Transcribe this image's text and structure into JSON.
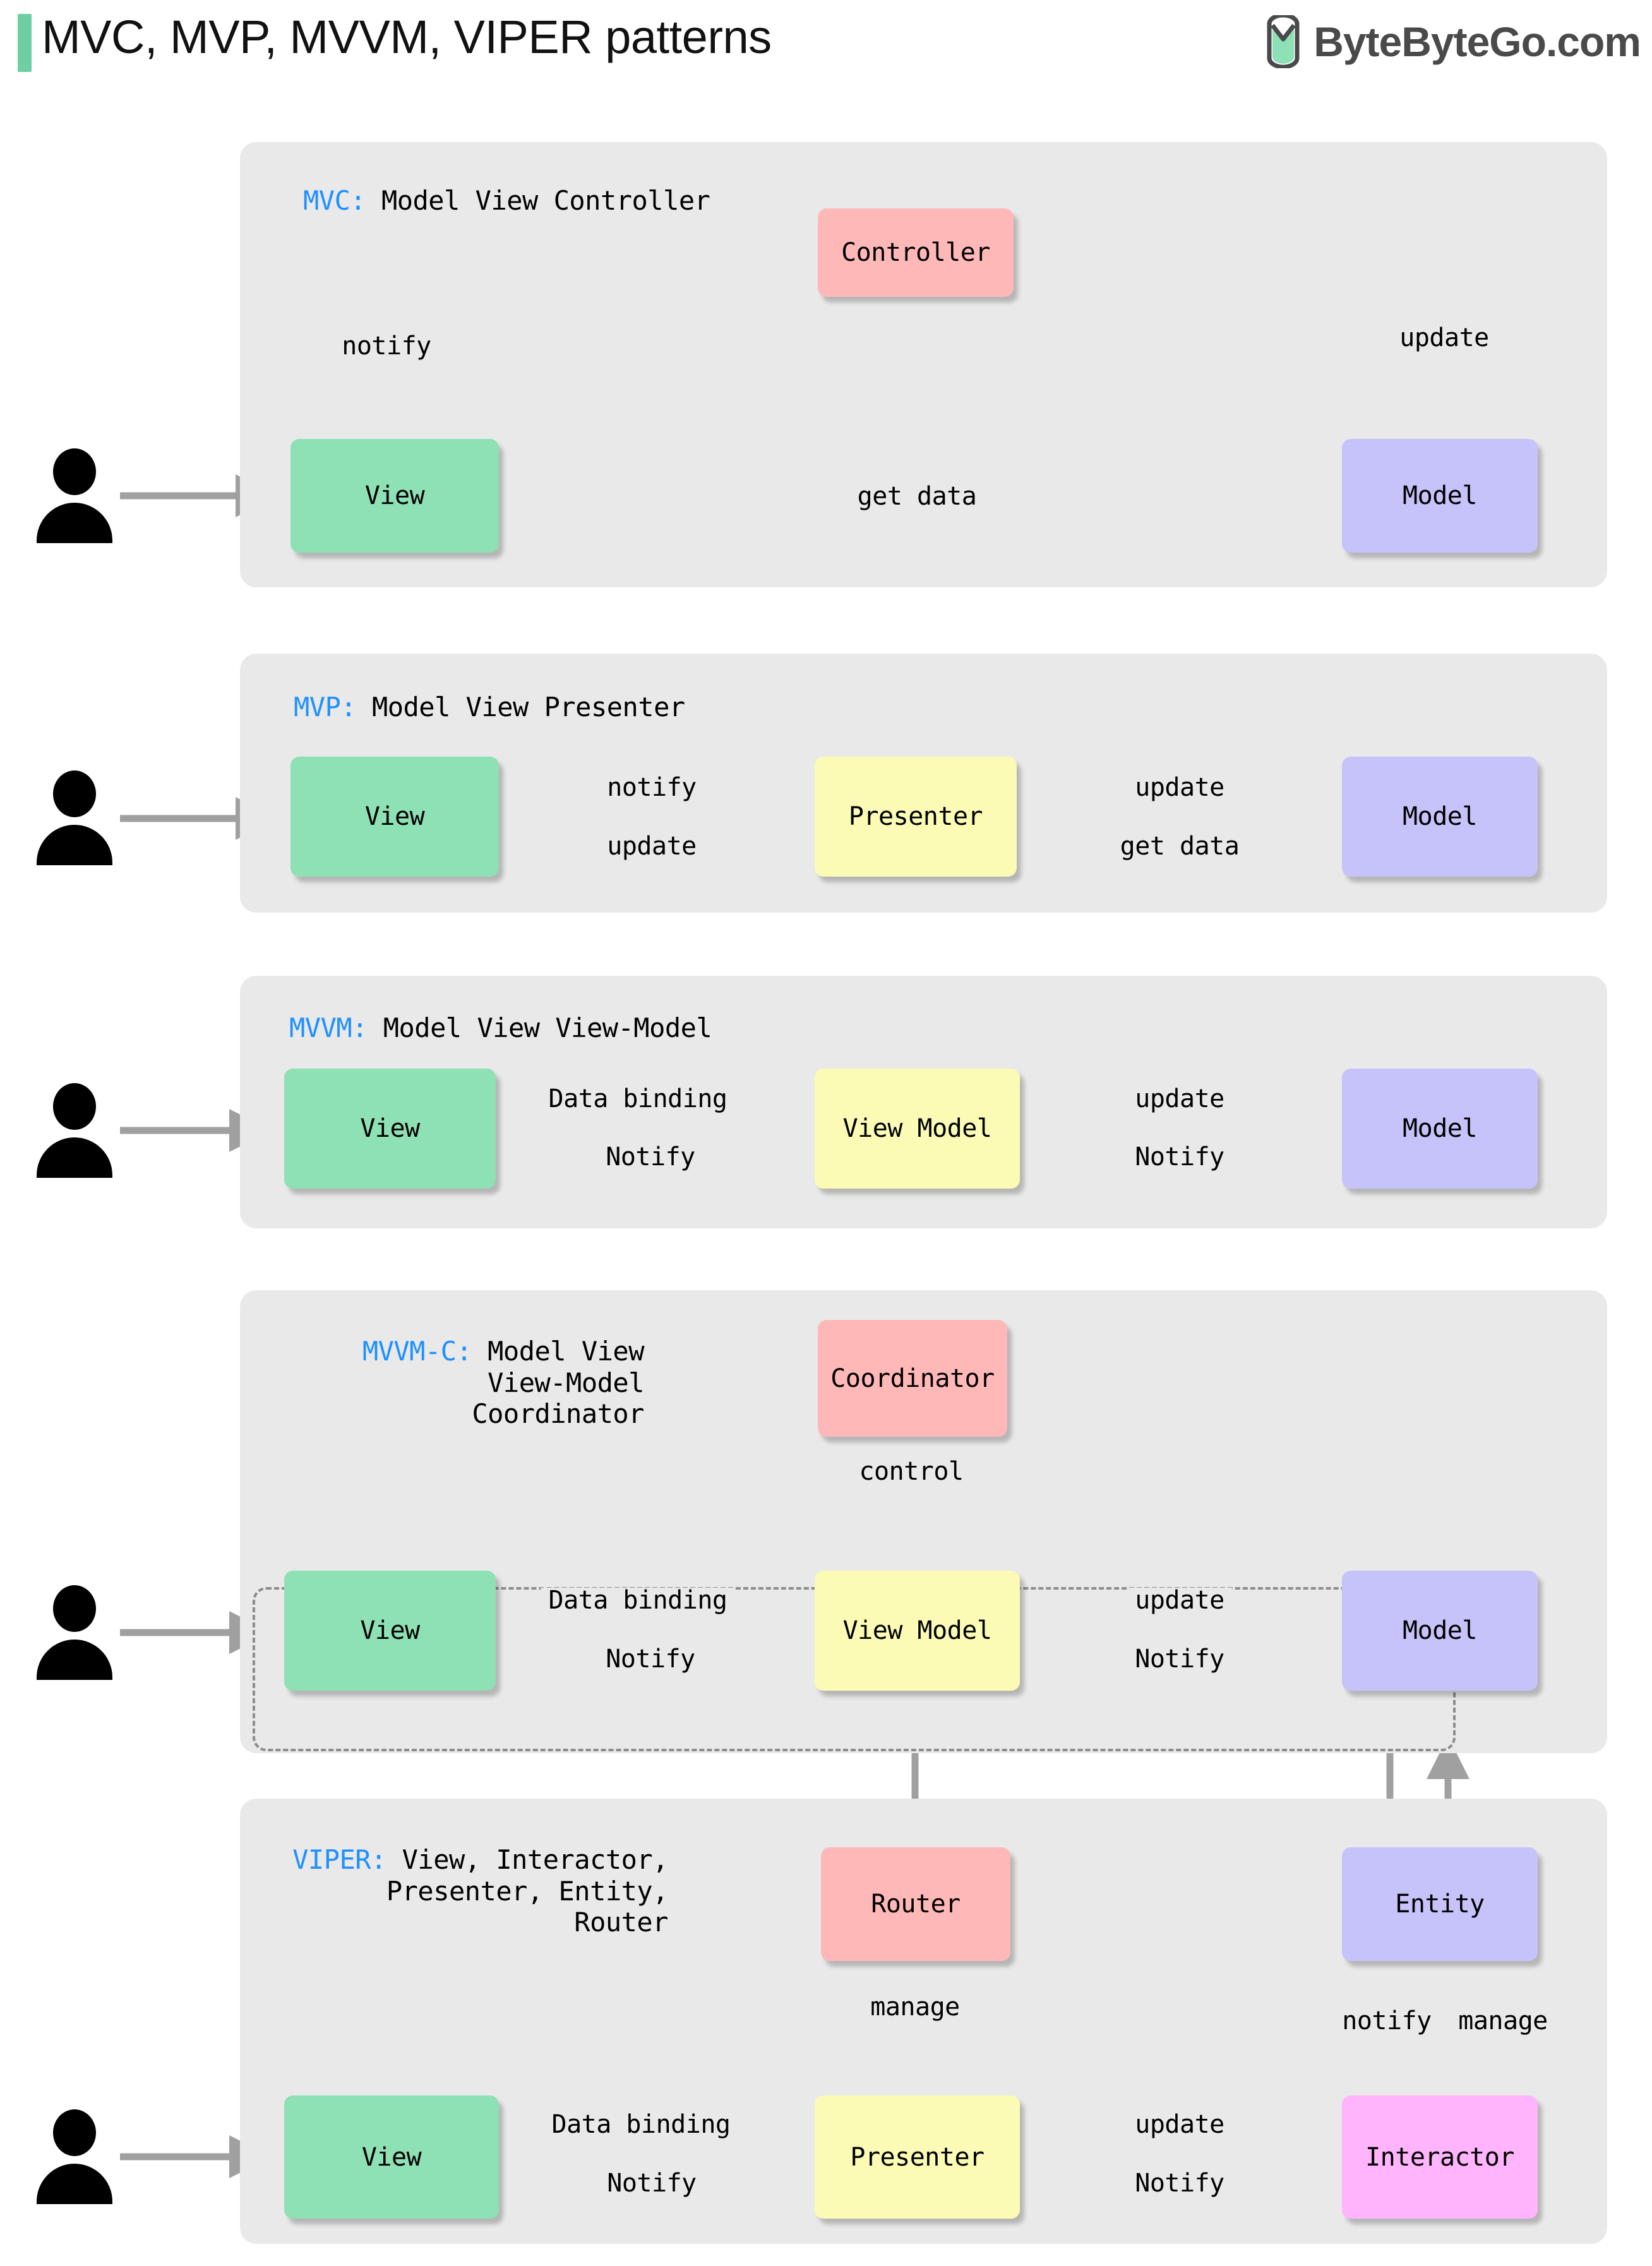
{
  "header": {
    "title": "MVC, MVP, MVVM, VIPER patterns",
    "brand_text": "ByteByteGo.com",
    "brand_icon": "bytebytego-logo-icon",
    "accent_color": "#6ecfa5"
  },
  "colors": {
    "panel_bg": "#e9e9e9",
    "view": "#8ee0b5",
    "model": "#c5c3fa",
    "controller": "#ffb8b8",
    "presenter": "#fbfbb5",
    "interactor": "#ffb4fb",
    "arrow": "#a0a0a0",
    "tag": "#1e90ff"
  },
  "sections": [
    {
      "id": "mvc",
      "tag": "MVC:",
      "title": " Model View Controller",
      "nodes": [
        {
          "label": "View",
          "kind": "view"
        },
        {
          "label": "Controller",
          "kind": "controller"
        },
        {
          "label": "Model",
          "kind": "model"
        }
      ],
      "edges": [
        {
          "label": "",
          "from": "user",
          "to": "View",
          "style": "solid"
        },
        {
          "label": "notify",
          "from": "View",
          "to": "Controller",
          "style": "solid"
        },
        {
          "label": "update",
          "from": "Controller",
          "to": "Model",
          "style": "solid"
        },
        {
          "label": "get data",
          "from": "Model",
          "to": "View",
          "style": "solid"
        }
      ]
    },
    {
      "id": "mvp",
      "tag": "MVP:",
      "title": " Model View Presenter",
      "nodes": [
        {
          "label": "View",
          "kind": "view"
        },
        {
          "label": "Presenter",
          "kind": "presenter"
        },
        {
          "label": "Model",
          "kind": "model"
        }
      ],
      "edges": [
        {
          "label": "",
          "from": "user",
          "to": "View",
          "style": "solid"
        },
        {
          "label": "notify",
          "from": "View",
          "to": "Presenter",
          "style": "solid"
        },
        {
          "label": "update",
          "from": "Presenter",
          "to": "View",
          "style": "solid"
        },
        {
          "label": "update",
          "from": "Presenter",
          "to": "Model",
          "style": "solid"
        },
        {
          "label": "get data",
          "from": "Model",
          "to": "Presenter",
          "style": "solid"
        }
      ]
    },
    {
      "id": "mvvm",
      "tag": "MVVM:",
      "title": " Model View View-Model",
      "nodes": [
        {
          "label": "View",
          "kind": "view"
        },
        {
          "label": "View Model",
          "kind": "presenter"
        },
        {
          "label": "Model",
          "kind": "model"
        }
      ],
      "edges": [
        {
          "label": "",
          "from": "user",
          "to": "View",
          "style": "solid"
        },
        {
          "label": "Data binding",
          "from": "View",
          "to": "View Model",
          "style": "solid"
        },
        {
          "label": "Notify",
          "from": "View Model",
          "to": "View",
          "style": "dashed"
        },
        {
          "label": "update",
          "from": "View Model",
          "to": "Model",
          "style": "solid"
        },
        {
          "label": "Notify",
          "from": "Model",
          "to": "View Model",
          "style": "dashed"
        }
      ]
    },
    {
      "id": "mvvmc",
      "tag": "MVVM-C:",
      "title_lines": [
        " Model View",
        "View-Model",
        "Coordinator"
      ],
      "nodes": [
        {
          "label": "Coordinator",
          "kind": "controller"
        },
        {
          "label": "View",
          "kind": "view"
        },
        {
          "label": "View Model",
          "kind": "presenter"
        },
        {
          "label": "Model",
          "kind": "model"
        }
      ],
      "edges": [
        {
          "label": "control",
          "from": "Coordinator",
          "to": "View Model",
          "style": "solid"
        },
        {
          "label": "",
          "from": "user",
          "to": "View",
          "style": "solid"
        },
        {
          "label": "Data binding",
          "from": "View",
          "to": "View Model",
          "style": "solid"
        },
        {
          "label": "Notify",
          "from": "View Model",
          "to": "View",
          "style": "dashed"
        },
        {
          "label": "update",
          "from": "View Model",
          "to": "Model",
          "style": "solid"
        },
        {
          "label": "Notify",
          "from": "Model",
          "to": "View Model",
          "style": "dashed"
        }
      ]
    },
    {
      "id": "viper",
      "tag": "VIPER:",
      "title_lines": [
        " View, Interactor,",
        "Presenter, Entity,",
        "Router"
      ],
      "nodes": [
        {
          "label": "Router",
          "kind": "controller"
        },
        {
          "label": "Entity",
          "kind": "model"
        },
        {
          "label": "View",
          "kind": "view"
        },
        {
          "label": "Presenter",
          "kind": "presenter"
        },
        {
          "label": "Interactor",
          "kind": "interactor"
        }
      ],
      "edges": [
        {
          "label": "manage",
          "from": "Router",
          "to": "Presenter",
          "style": "solid"
        },
        {
          "label": "notify",
          "from": "Entity",
          "to": "Interactor",
          "style": "solid"
        },
        {
          "label": "manage",
          "from": "Interactor",
          "to": "Entity",
          "style": "solid"
        },
        {
          "label": "",
          "from": "user",
          "to": "View",
          "style": "solid"
        },
        {
          "label": "Data binding",
          "from": "View",
          "to": "Presenter",
          "style": "solid"
        },
        {
          "label": "Notify",
          "from": "Presenter",
          "to": "View",
          "style": "dashed"
        },
        {
          "label": "update",
          "from": "Presenter",
          "to": "Interactor",
          "style": "solid"
        },
        {
          "label": "Notify",
          "from": "Interactor",
          "to": "Presenter",
          "style": "dashed"
        }
      ]
    }
  ]
}
